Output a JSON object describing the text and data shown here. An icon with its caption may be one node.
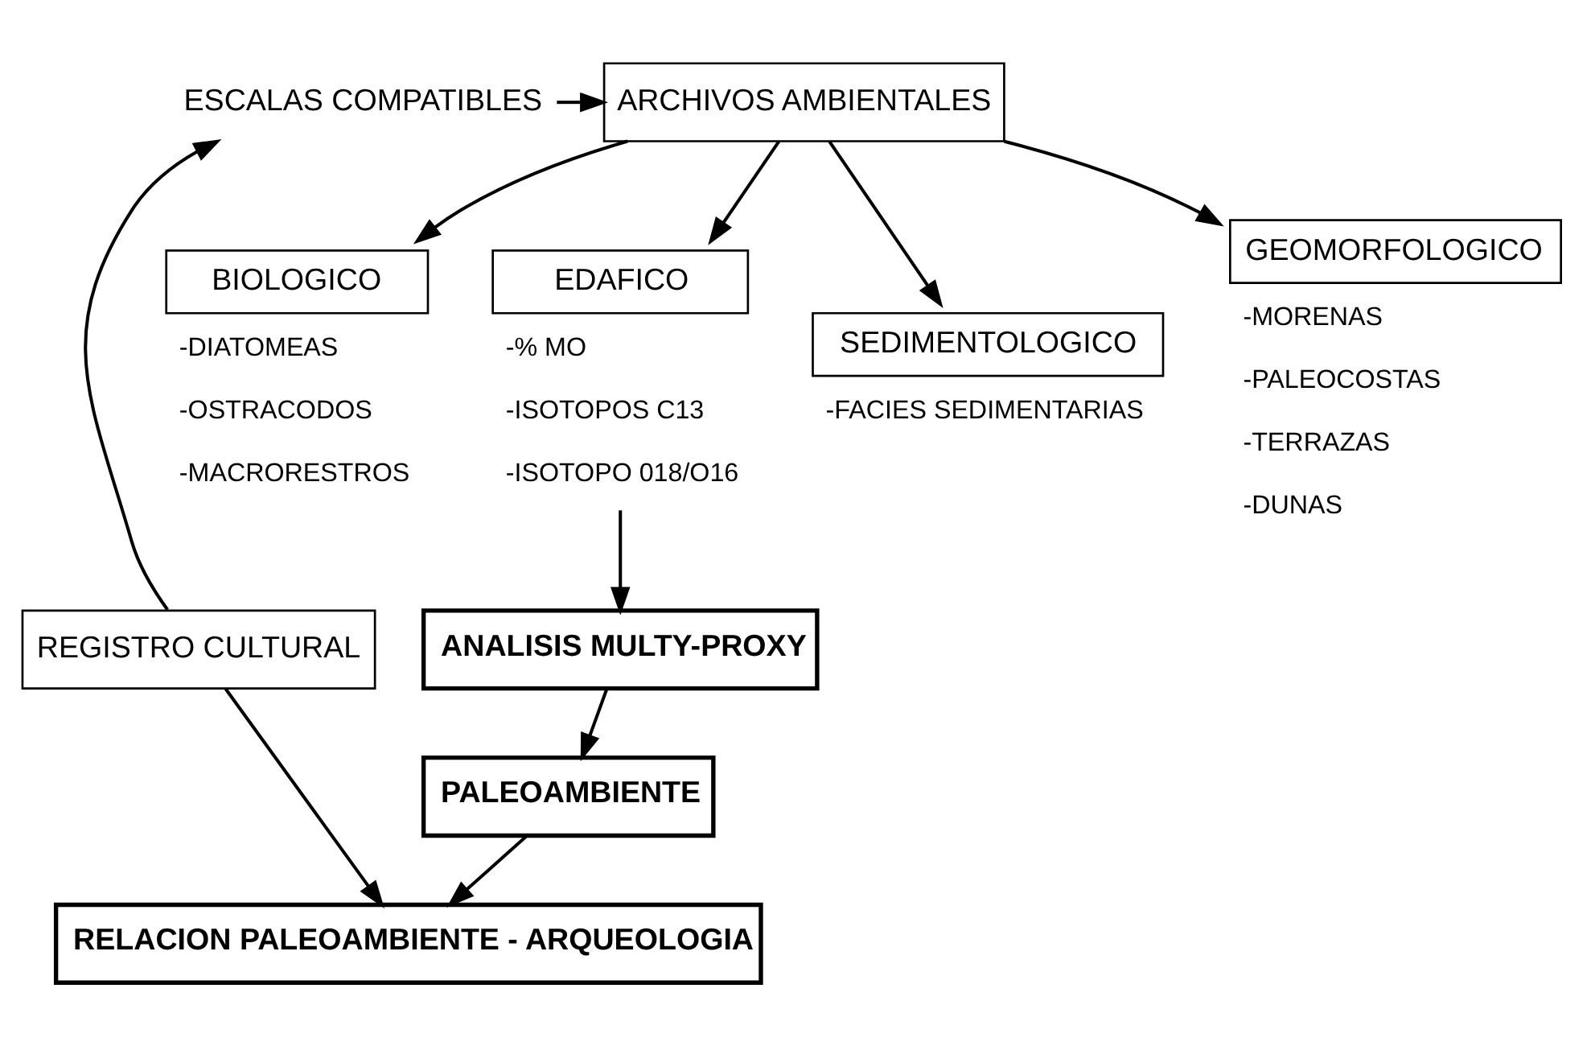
{
  "diagram": {
    "nodes": [
      {
        "text": [
          "ESCALAS COMPATIBLES"
        ]
      },
      {
        "text": [
          "ARCHIVOS AMBIENTALES"
        ]
      },
      {
        "text": [
          "BIOLOGICO"
        ],
        "beside": [
          "-DIATOMEAS",
          "-OSTRACODOS",
          "-MACRORESTROS"
        ]
      },
      {
        "text": [
          "EDAFICO"
        ],
        "beside": [
          "-% MO",
          "-ISOTOPOS C13",
          "-ISOTOPO 018/O16"
        ]
      },
      {
        "text": [
          "SEDIMENTOLOGICO"
        ],
        "beside": [
          "-FACIES SEDIMENTARIAS"
        ]
      },
      {
        "text": [
          "GEOMORFOLOGICO"
        ],
        "beside": [
          "-MORENAS",
          "-PALEOCOSTAS",
          "-TERRAZAS",
          "-DUNAS"
        ]
      },
      {
        "text": [
          "REGISTRO CULTURAL"
        ]
      },
      {
        "text": [
          "ANALISIS MULTY-PROXY"
        ]
      },
      {
        "text": [
          "PALEOAMBIENTE"
        ]
      },
      {
        "text": [
          "RELACION PALEOAMBIENTE - ARQUEOLOGIA"
        ]
      }
    ],
    "edges": [
      {
        "from": 0,
        "to": 1,
        "arrow": "to"
      },
      {
        "from": 1,
        "to": 2,
        "arrow": "to"
      },
      {
        "from": 1,
        "to": 3,
        "arrow": "to"
      },
      {
        "from": 1,
        "to": 4,
        "arrow": "to"
      },
      {
        "from": 1,
        "to": 5,
        "arrow": "to"
      },
      {
        "from": 6,
        "to": 0,
        "arrow": "to"
      },
      {
        "from": 3,
        "to": 7,
        "arrow": "to"
      },
      {
        "from": 7,
        "to": 8,
        "arrow": "to"
      },
      {
        "from": 8,
        "to": 9,
        "arrow": "to"
      },
      {
        "from": 6,
        "to": 9,
        "arrow": "to"
      }
    ]
  }
}
